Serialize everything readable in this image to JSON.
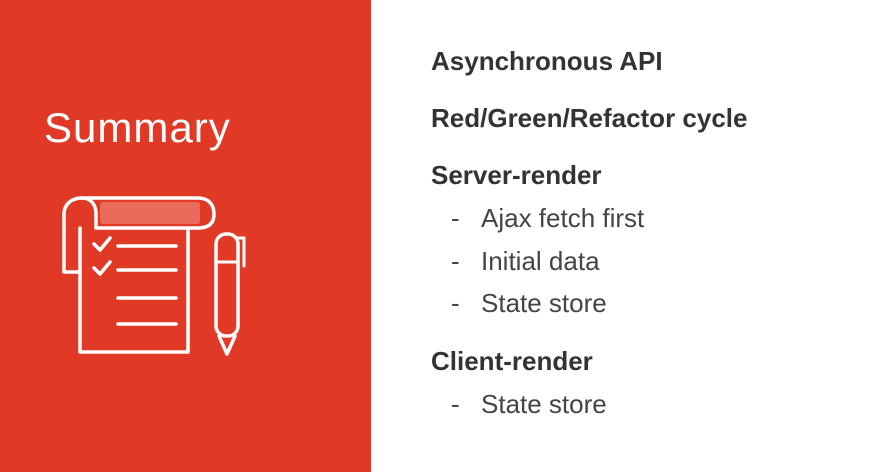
{
  "left": {
    "title": "Summary",
    "icon": "checklist-with-pen-icon",
    "background_color": "#e03a26"
  },
  "right": {
    "items": [
      {
        "text": "Asynchronous API"
      },
      {
        "text": "Red/Green/Refactor cycle"
      },
      {
        "text": "Server-render",
        "subitems": [
          "Ajax fetch first",
          "Initial data",
          "State store"
        ]
      },
      {
        "text": "Client-render",
        "subitems": [
          "State store"
        ]
      }
    ],
    "bullet": "-"
  }
}
